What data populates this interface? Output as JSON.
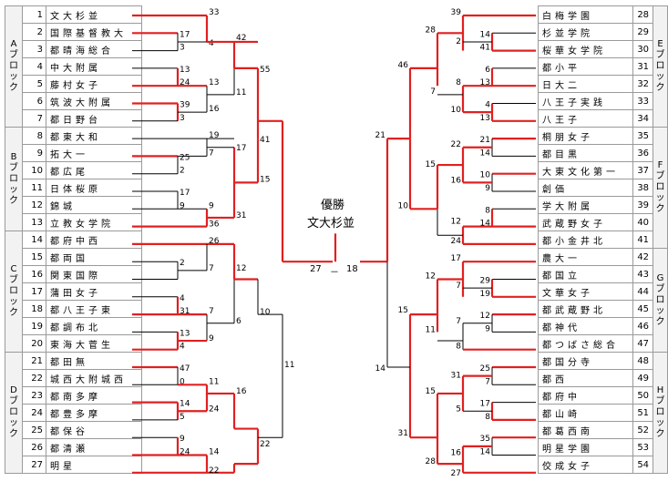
{
  "center": {
    "title": "優勝",
    "champion": "文大杉並",
    "score_a": "27",
    "score_sep": "－",
    "score_b": "18"
  },
  "left_blocks": [
    {
      "label": "Aブロック",
      "count": 7
    },
    {
      "label": "Bブロック",
      "count": 6
    },
    {
      "label": "Cブロック",
      "count": 7
    },
    {
      "label": "Dブロック",
      "count": 7
    }
  ],
  "right_blocks": [
    {
      "label": "Eブロック",
      "count": 7
    },
    {
      "label": "Fブロック",
      "count": 7
    },
    {
      "label": "Gブロック",
      "count": 6
    },
    {
      "label": "Hブロック",
      "count": 7
    }
  ],
  "left_teams": [
    {
      "num": "1",
      "name": "文大杉並"
    },
    {
      "num": "2",
      "name": "国際基督教大"
    },
    {
      "num": "3",
      "name": "都晴海総合"
    },
    {
      "num": "4",
      "name": "中大附属"
    },
    {
      "num": "5",
      "name": "藤村女子"
    },
    {
      "num": "6",
      "name": "筑波大附属"
    },
    {
      "num": "7",
      "name": "都日野台"
    },
    {
      "num": "8",
      "name": "都東大和"
    },
    {
      "num": "9",
      "name": "拓大一"
    },
    {
      "num": "10",
      "name": "都広尾"
    },
    {
      "num": "11",
      "name": "日体桜原"
    },
    {
      "num": "12",
      "name": "錦城"
    },
    {
      "num": "13",
      "name": "立教女学院"
    },
    {
      "num": "14",
      "name": "都府中西"
    },
    {
      "num": "15",
      "name": "都両国"
    },
    {
      "num": "16",
      "name": "関東国際"
    },
    {
      "num": "17",
      "name": "蒲田女子"
    },
    {
      "num": "18",
      "name": "都八王子東"
    },
    {
      "num": "19",
      "name": "都調布北"
    },
    {
      "num": "20",
      "name": "東海大菅生"
    },
    {
      "num": "21",
      "name": "都田無"
    },
    {
      "num": "22",
      "name": "城西大附城西"
    },
    {
      "num": "23",
      "name": "都南多摩"
    },
    {
      "num": "24",
      "name": "都豊多摩"
    },
    {
      "num": "25",
      "name": "都保谷"
    },
    {
      "num": "26",
      "name": "都清瀬"
    },
    {
      "num": "27",
      "name": "明星"
    }
  ],
  "right_teams": [
    {
      "num": "28",
      "name": "白梅学園"
    },
    {
      "num": "29",
      "name": "杉並学院"
    },
    {
      "num": "30",
      "name": "桜華女学院"
    },
    {
      "num": "31",
      "name": "都小平"
    },
    {
      "num": "32",
      "name": "日大二"
    },
    {
      "num": "33",
      "name": "八王子実践"
    },
    {
      "num": "34",
      "name": "八王子"
    },
    {
      "num": "35",
      "name": "桐朋女子"
    },
    {
      "num": "36",
      "name": "都目黒"
    },
    {
      "num": "37",
      "name": "大東文化第一"
    },
    {
      "num": "38",
      "name": "創価"
    },
    {
      "num": "39",
      "name": "学大附属"
    },
    {
      "num": "40",
      "name": "武蔵野女子"
    },
    {
      "num": "41",
      "name": "都小金井北"
    },
    {
      "num": "42",
      "name": "農大一"
    },
    {
      "num": "43",
      "name": "都国立"
    },
    {
      "num": "44",
      "name": "文華女子"
    },
    {
      "num": "45",
      "name": "都武蔵野北"
    },
    {
      "num": "46",
      "name": "都神代"
    },
    {
      "num": "47",
      "name": "都つばさ総合"
    },
    {
      "num": "48",
      "name": "都国分寺"
    },
    {
      "num": "49",
      "name": "都西"
    },
    {
      "num": "50",
      "name": "都府中"
    },
    {
      "num": "51",
      "name": "都山崎"
    },
    {
      "num": "52",
      "name": "都葛西南"
    },
    {
      "num": "53",
      "name": "明星学園"
    },
    {
      "num": "54",
      "name": "佼成女子"
    }
  ],
  "scores": {
    "left": [
      [
        "33",
        "4",
        "3",
        "17"
      ],
      [
        "13",
        "24"
      ],
      [
        "39",
        "3",
        "16"
      ],
      [
        "13",
        "11"
      ],
      [
        "42",
        "55"
      ],
      [
        "19",
        "17"
      ],
      [
        "25",
        "2",
        "7"
      ],
      [
        "17",
        "9",
        "9"
      ],
      [
        "31",
        "36"
      ],
      [
        "15",
        "41"
      ],
      [
        "26",
        "12"
      ],
      [
        "2",
        "7",
        "4"
      ],
      [
        "4",
        "31",
        "7"
      ],
      [
        "13",
        "4",
        "9",
        "6"
      ],
      [
        "10",
        "11"
      ],
      [
        "47",
        "0",
        "11"
      ],
      [
        "14",
        "5",
        "24"
      ],
      [
        "9",
        "24",
        "14"
      ],
      [
        "16",
        "22",
        "22",
        "22"
      ]
    ],
    "right": [
      [
        "39",
        "2",
        "28"
      ],
      [
        "14",
        "41"
      ],
      [
        "6",
        "13",
        "8",
        "7"
      ],
      [
        "4",
        "13",
        "10"
      ],
      [
        "46",
        "21"
      ],
      [
        "21",
        "14",
        "22"
      ],
      [
        "10",
        "9",
        "16"
      ],
      [
        "8",
        "14",
        "12"
      ],
      [
        "24",
        "15",
        "10"
      ],
      [
        "17",
        "12"
      ],
      [
        "29",
        "19",
        "7"
      ],
      [
        "12",
        "9",
        "11"
      ],
      [
        "7",
        "8",
        "15",
        "14"
      ],
      [
        "25",
        "7",
        "31"
      ],
      [
        "17",
        "8",
        "5"
      ],
      [
        "35",
        "14",
        "16"
      ],
      [
        "27",
        "15",
        "28",
        "31"
      ]
    ]
  }
}
